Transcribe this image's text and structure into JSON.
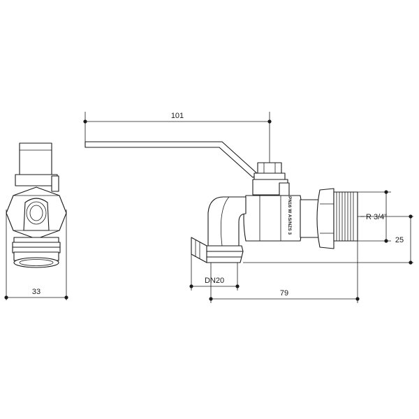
{
  "dimensions": {
    "handle_length": "101",
    "side_width": "33",
    "nominal_diameter": "DN20",
    "body_length": "79",
    "thread_size": "R 3/4\"",
    "outlet_height": "25"
  },
  "body_marking": "PN16 W AS/NZS 3"
}
